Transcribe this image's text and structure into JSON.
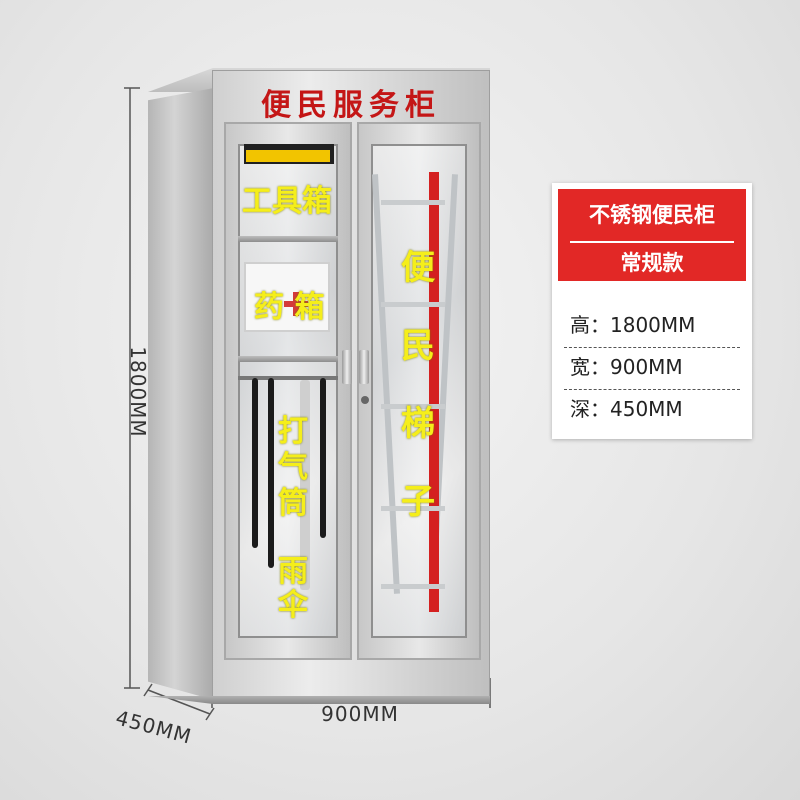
{
  "dimensions": {
    "height": "1800MM",
    "width": "900MM",
    "depth": "450MM"
  },
  "cabinet": {
    "title": "便民服务柜",
    "left_door_labels": [
      "工具箱",
      "药 箱",
      "打",
      "气",
      "筒",
      "雨",
      "伞"
    ],
    "right_door_labels": [
      "便",
      "民",
      "梯",
      "子"
    ]
  },
  "card": {
    "title": "不锈钢便民柜",
    "subtitle": "常规款",
    "specs": [
      {
        "label": "高：",
        "value": "1800MM"
      },
      {
        "label": "宽：",
        "value": "900MM"
      },
      {
        "label": "深：",
        "value": "450MM"
      }
    ],
    "accent_color": "#e22826"
  },
  "colors": {
    "title_red": "#c41616",
    "overlay_yellow": "#f5ee1a"
  }
}
